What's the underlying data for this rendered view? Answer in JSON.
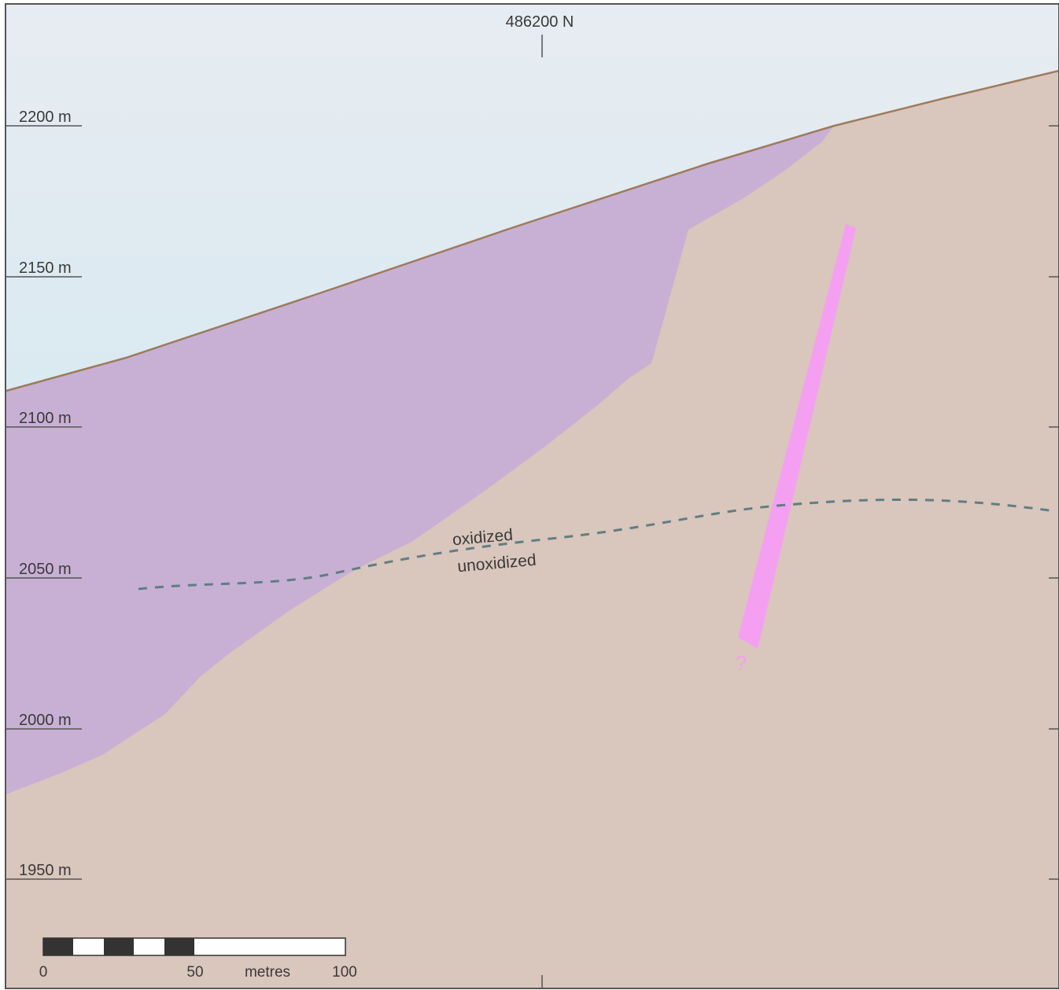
{
  "header": {
    "northing_label": "486200 N"
  },
  "elevation_labels": [
    "2200 m",
    "2150 m",
    "2100 m",
    "2050 m",
    "2000 m",
    "1950 m"
  ],
  "annotations": {
    "oxidized": "oxidized",
    "unoxidized": "unoxidized",
    "query": "?"
  },
  "scale_bar": {
    "labels": [
      "0",
      "50",
      "metres",
      "100"
    ]
  },
  "colors": {
    "sky_top": "#e7ecf1",
    "sky_bottom": "#c6e6f2",
    "host_rock": "#d9c6bc",
    "purple_unit": "#c8b0d4",
    "dike": "#f59ff2",
    "surface_line": "#9e7b5c",
    "redox_line": "#5f7e85",
    "frame": "#555555"
  }
}
